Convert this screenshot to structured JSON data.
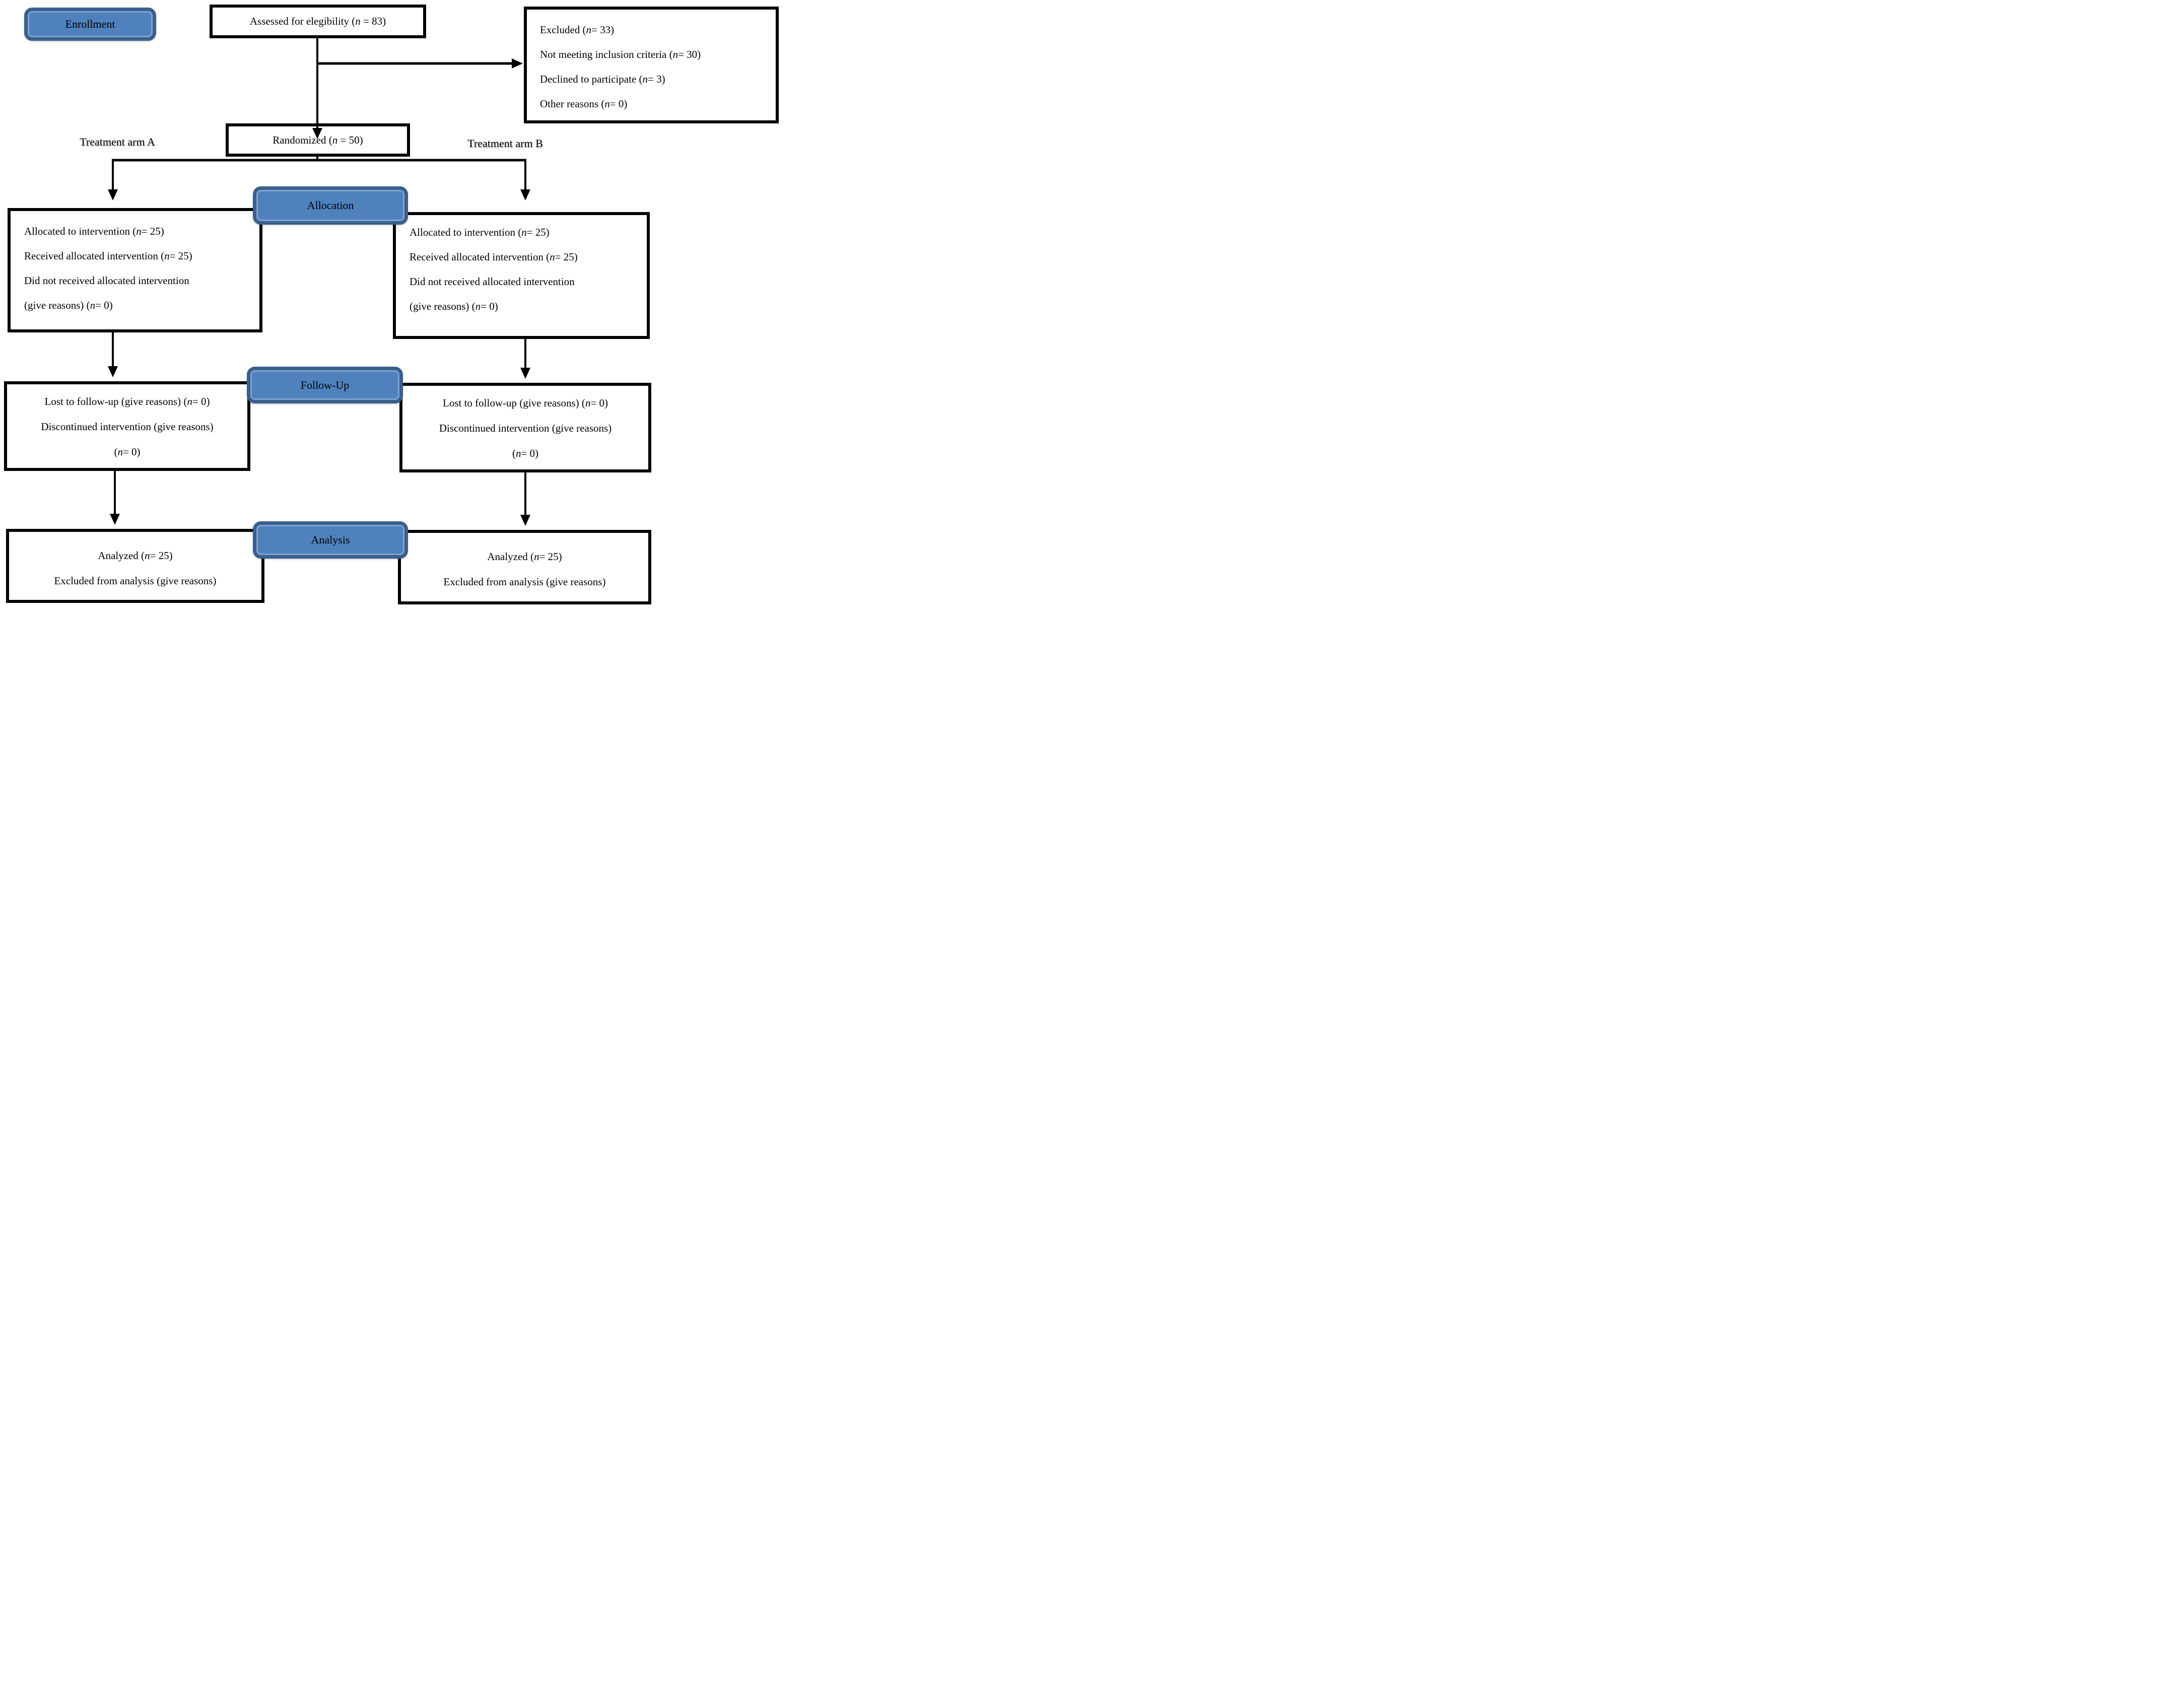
{
  "colors": {
    "badge_fill": "#4f81bd",
    "badge_border": "#3a5f8c",
    "box_border": "#000000",
    "arrow": "#000000",
    "background": "#ffffff"
  },
  "badges": {
    "enrollment": "Enrollment",
    "allocation": "Allocation",
    "followup": "Follow-Up",
    "analysis": "Analysis"
  },
  "labels": {
    "arm_a": "Treatment arm A",
    "arm_b": "Treatment arm B"
  },
  "boxes": {
    "assessed": {
      "text": "Assessed for elegibility (n = 83)"
    },
    "excluded": {
      "lines": [
        "Excluded (n = 33)",
        "Not meeting inclusion criteria (n = 30)",
        "Declined to participate (n= 3)",
        "Other reasons (n = 0)"
      ]
    },
    "randomized": {
      "text": "Randomized (n = 50)"
    },
    "alloc_left": {
      "lines": [
        "Allocated to intervention (n = 25)",
        "Received allocated intervention (n = 25)",
        "Did not received allocated intervention",
        "(give reasons) (n = 0)"
      ]
    },
    "alloc_right": {
      "lines": [
        "Allocated to intervention (n = 25)",
        "Received allocated intervention (n = 25)",
        "Did not received allocated intervention",
        "(give reasons) (n = 0)"
      ]
    },
    "followup_left": {
      "lines": [
        "Lost to follow-up (give reasons) (n = 0)",
        "Discontinued intervention (give reasons)",
        "(n = 0)"
      ]
    },
    "followup_right": {
      "lines": [
        "Lost to follow-up (give reasons) (n = 0)",
        "Discontinued intervention (give reasons)",
        "(n = 0)"
      ]
    },
    "analysis_left": {
      "lines": [
        "Analyzed (n = 25)",
        "Excluded from analysis (give reasons)"
      ]
    },
    "analysis_right": {
      "lines": [
        "Analyzed (n = 25)",
        "Excluded from analysis (give reasons)"
      ]
    }
  }
}
